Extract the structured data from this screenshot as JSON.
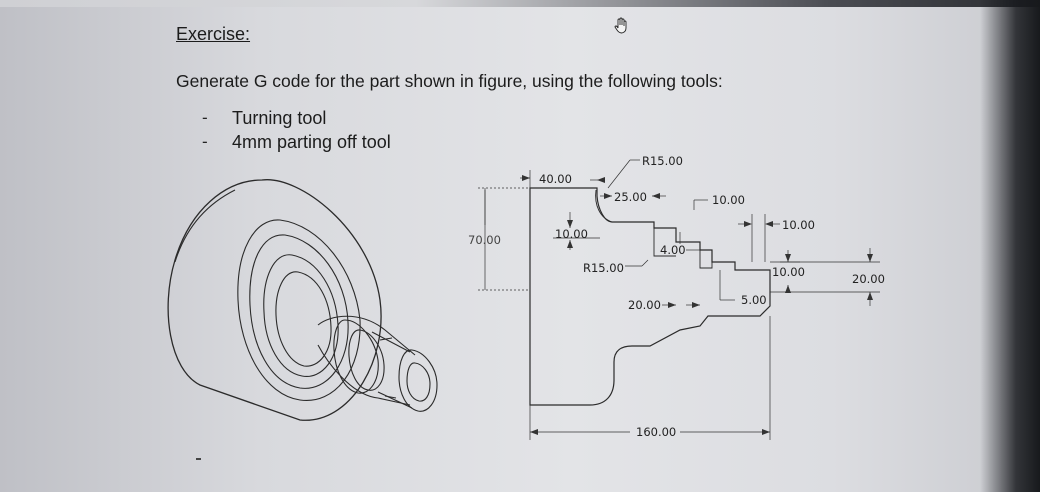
{
  "exercise": {
    "title": "Exercise:",
    "instruction": "Generate G code for the part shown in figure, using the following tools:",
    "tools": [
      "Turning tool",
      "4mm parting off tool"
    ],
    "bullet": "-"
  },
  "drawing": {
    "dimensions": {
      "overall_length": "160.00",
      "diameter_70": "70.00",
      "length_40": "40.00",
      "radius_top": "R15.00",
      "length_25": "25.00",
      "length_10_top": "10.00",
      "length_10_right": "10.00",
      "depth_10": "10.00",
      "radius_lower": "R15.00",
      "step_4": "4.00",
      "diameter_20_left": "20.00",
      "chamfer_5": "5.00",
      "diameter_10": "10.00",
      "diameter_20_right": "20.00"
    },
    "iso_view_icon": "turned-part-isometric-icon",
    "cursor_icon": "hand-cursor-icon"
  },
  "colors": {
    "line": "#2a2a2a",
    "text": "#1c1c1c"
  }
}
